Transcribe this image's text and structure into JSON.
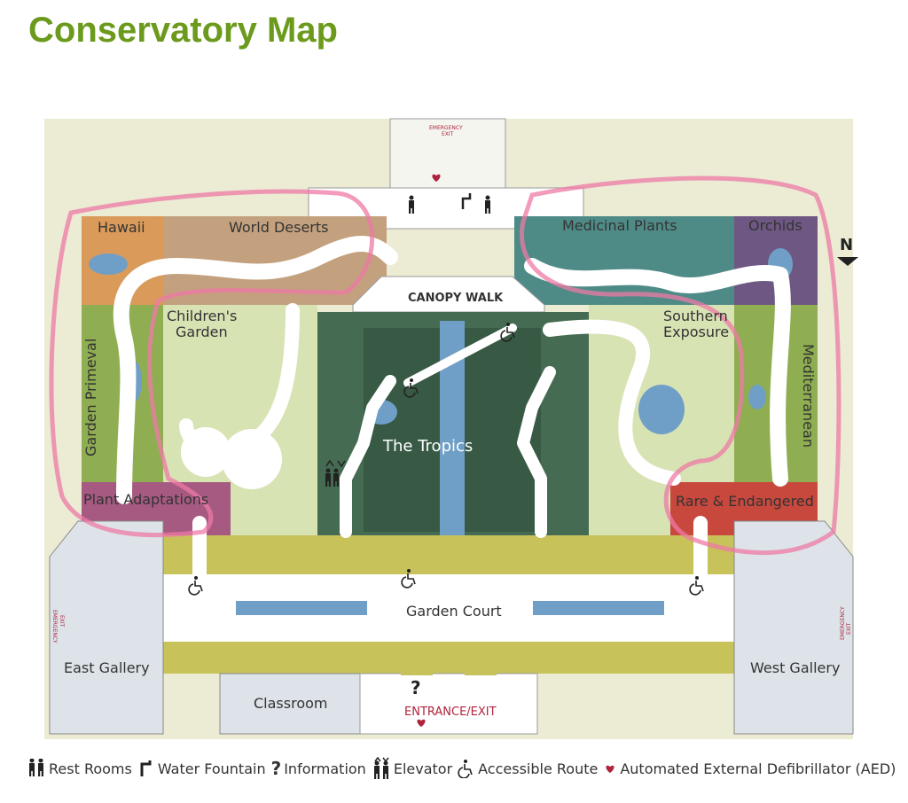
{
  "title": "Conservatory Map",
  "north": "N",
  "areas": {
    "hawaii": "Hawaii",
    "world_deserts": "World Deserts",
    "medicinal_plants": "Medicinal Plants",
    "orchids": "Orchids",
    "canopy_walk": "CANOPY WALK",
    "childrens_garden_1": "Children's",
    "childrens_garden_2": "Garden",
    "southern_exposure_1": "Southern",
    "southern_exposure_2": "Exposure",
    "garden_primeval": "Garden Primeval",
    "mediterranean": "Mediterranean",
    "the_tropics": "The Tropics",
    "plant_adaptations": "Plant Adaptations",
    "rare_endangered": "Rare & Endangered",
    "garden_court": "Garden Court",
    "east_gallery": "East Gallery",
    "west_gallery": "West Gallery",
    "classroom": "Classroom",
    "entrance_exit": "ENTRANCE/EXIT",
    "emergency_exit_1": "EMERGENCY",
    "emergency_exit_2": "EXIT"
  },
  "symbols": {
    "information": "?"
  },
  "legend": {
    "rest_rooms": "Rest Rooms",
    "water_fountain": "Water Fountain",
    "information": "Information",
    "elevator": "Elevator",
    "accessible_route": "Accessible Route",
    "aed": "Automated External Defibrillator (AED)"
  },
  "colors": {
    "title": "#6b9a1c",
    "highlight": "#ee7aa6",
    "water": "#6f9fc7",
    "tropics": "#456b52",
    "garden": "#d8e3b4",
    "court": "#c8c25a",
    "aed": "#b0233c"
  }
}
